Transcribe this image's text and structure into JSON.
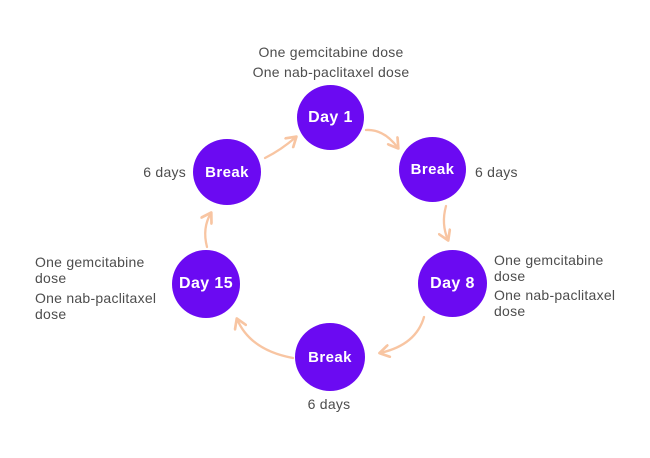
{
  "colors": {
    "node_fill": "#6B0AF2",
    "node_text": "#FFFFFF",
    "arrow": "#F8C5A2",
    "annotation_text": "#4D4D4D",
    "background": "#FFFFFF"
  },
  "cycle": {
    "type": "circular-flow",
    "nodes": [
      {
        "id": "day-1",
        "label": "Day 1"
      },
      {
        "id": "break-right",
        "label": "Break"
      },
      {
        "id": "day-8",
        "label": "Day 8"
      },
      {
        "id": "break-bottom",
        "label": "Break"
      },
      {
        "id": "day-15",
        "label": "Day 15"
      },
      {
        "id": "break-left",
        "label": "Break"
      }
    ],
    "annotations": {
      "day1_top_lines": [
        "One gemcitabine dose",
        "One nab-paclitaxel dose"
      ],
      "break_right_duration": "6 days",
      "day8_side_lines": [
        "One gemcitabine",
        "dose",
        "One nab-paclitaxel",
        "dose"
      ],
      "break_bottom_duration": "6 days",
      "day15_side_lines": [
        "One gemcitabine",
        "dose",
        "One nab-paclitaxel",
        "dose"
      ],
      "break_left_duration": "6 days"
    }
  }
}
